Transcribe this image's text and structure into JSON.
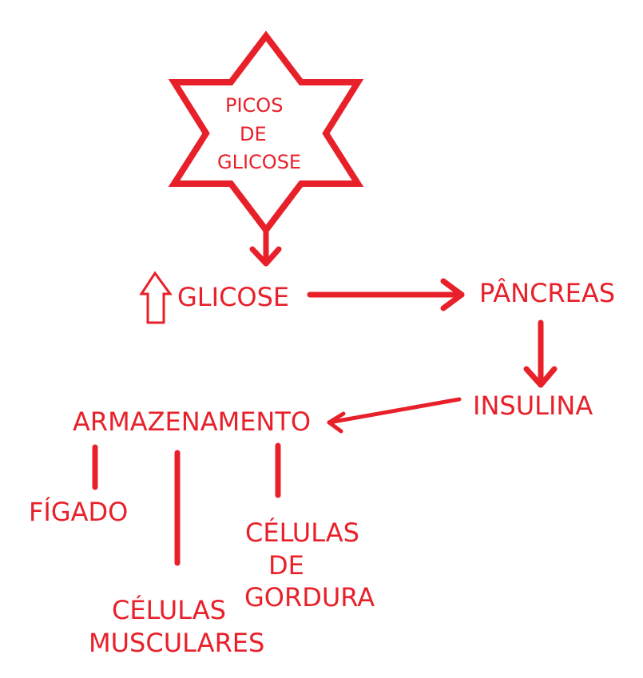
{
  "colors": {
    "ink": "#e8202a",
    "background": "#ffffff"
  },
  "star": {
    "line1": "PICOS",
    "line2": "DE",
    "line3": "GLICOSE"
  },
  "nodes": {
    "glicose": "GLICOSE",
    "pancreas": "PÂNCREAS",
    "insulina": "INSULINA",
    "armazenamento": "ARMAZENAMENTO",
    "figado": "FÍGADO",
    "gordura": {
      "line1": "CÉLULAS",
      "line2": "DE",
      "line3": "GORDURA"
    },
    "musculares": {
      "line1": "CÉLULAS",
      "line2": "MUSCULARES"
    }
  },
  "icons": {
    "glicose_marker": "up-arrow-outline-icon"
  }
}
